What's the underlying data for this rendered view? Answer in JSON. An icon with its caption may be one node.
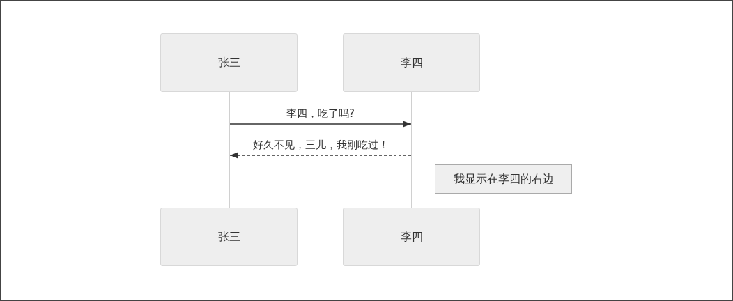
{
  "diagram": {
    "nodes": [
      {
        "text": [
          "张三"
        ]
      },
      {
        "text": [
          "李四"
        ]
      },
      {
        "text": [],
        "shape": "bar"
      },
      {
        "text": [],
        "shape": "bar"
      },
      {
        "text": [
          "张三"
        ]
      },
      {
        "text": [
          "李四"
        ]
      },
      {
        "text": [
          "我显示在李四的右边"
        ]
      }
    ],
    "edges": [
      {
        "from": 2,
        "to": 3,
        "arrow": "to",
        "label": "李四，吃了吗?"
      },
      {
        "from": 3,
        "to": 2,
        "arrow": "to",
        "label": "好久不见，三儿，我刚吃过！",
        "style": "dashed"
      }
    ]
  }
}
